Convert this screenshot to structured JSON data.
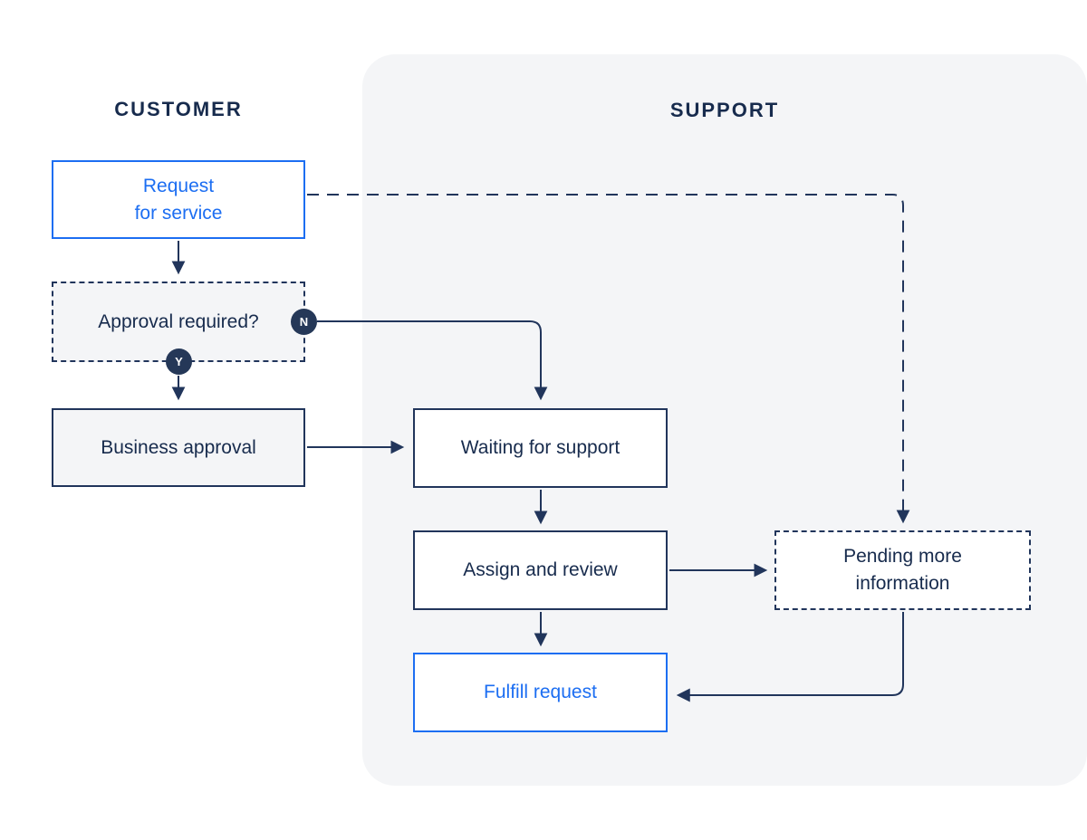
{
  "colors": {
    "navy": "#172B4D",
    "line": "#21355B",
    "blue": "#1C6EF2",
    "panel": "#F4F5F7",
    "badge": "#253858"
  },
  "lanes": {
    "customer": {
      "label": "CUSTOMER"
    },
    "support": {
      "label": "SUPPORT"
    }
  },
  "nodes": {
    "request": {
      "line1": "Request",
      "line2": "for service"
    },
    "approval": {
      "label": "Approval required?"
    },
    "business": {
      "label": "Business approval"
    },
    "waiting": {
      "label": "Waiting for support"
    },
    "assign": {
      "label": "Assign and review"
    },
    "fulfill": {
      "label": "Fulfill request"
    },
    "pending": {
      "line1": "Pending more",
      "line2": "information"
    }
  },
  "badges": {
    "no": "N",
    "yes": "Y"
  }
}
